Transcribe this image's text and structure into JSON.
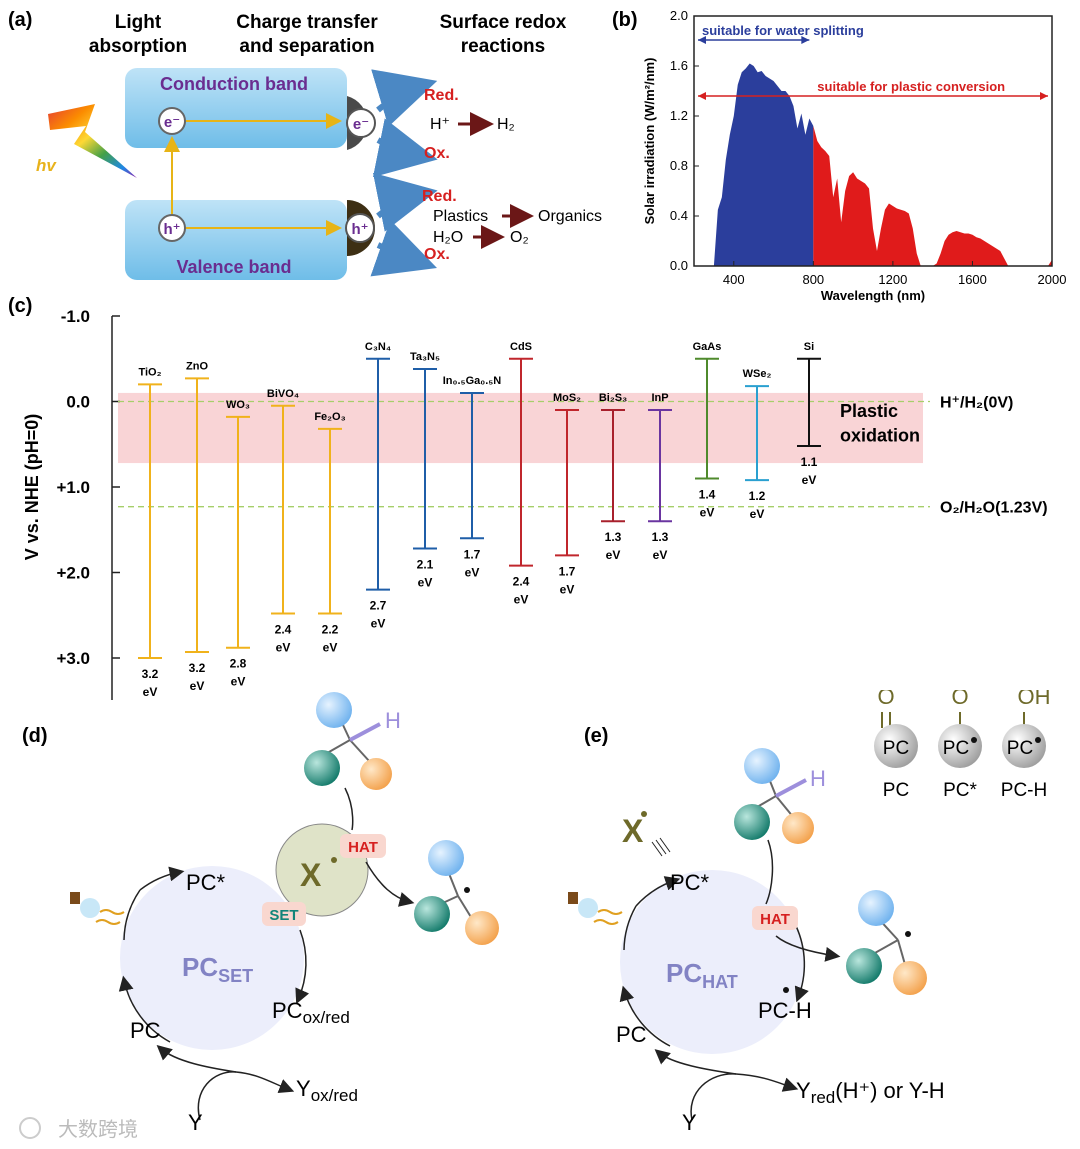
{
  "panel_a": {
    "label": "(a)",
    "headers": [
      "Light\nabsorption",
      "Charge transfer\nand separation",
      "Surface redox\nreactions"
    ],
    "hv": "hv",
    "conduction_band": "Conduction band",
    "valence_band": "Valence band",
    "electron": "e⁻",
    "hole": "h⁺",
    "red_top": "Red.",
    "ox_top": "Ox.",
    "reaction_top_left": "H⁺",
    "reaction_top_right": "H₂",
    "red_bottom": "Red.",
    "ox_bottom": "Ox.",
    "reaction_bottom_1_left": "Plastics",
    "reaction_bottom_1_right": "Organics",
    "reaction_bottom_2_left": "H₂O",
    "reaction_bottom_2_right": "O₂"
  },
  "panel_b": {
    "label": "(b)",
    "chart_data": {
      "type": "area",
      "xlabel": "Wavelength (nm)",
      "ylabel": "Solar irradiation (W/m²/nm)",
      "xlim": [
        200,
        2000
      ],
      "ylim": [
        0,
        2.0
      ],
      "xticks": [
        400,
        800,
        1200,
        1600,
        2000
      ],
      "yticks": [
        0.0,
        0.4,
        0.8,
        1.2,
        1.6,
        2.0
      ],
      "x": [
        280,
        300,
        320,
        340,
        360,
        380,
        400,
        420,
        440,
        460,
        480,
        500,
        520,
        540,
        560,
        580,
        600,
        620,
        640,
        660,
        680,
        700,
        720,
        740,
        760,
        780,
        800,
        820,
        840,
        860,
        880,
        900,
        920,
        940,
        960,
        980,
        1000,
        1020,
        1040,
        1060,
        1080,
        1100,
        1120,
        1140,
        1160,
        1180,
        1200,
        1220,
        1240,
        1260,
        1280,
        1300,
        1320,
        1340,
        1360,
        1380,
        1400,
        1420,
        1440,
        1460,
        1480,
        1500,
        1520,
        1540,
        1560,
        1580,
        1600,
        1620,
        1640,
        1660,
        1680,
        1700,
        1720,
        1740,
        1760,
        1780,
        1800,
        1820,
        1840,
        1860,
        1880,
        1900,
        1920,
        1940,
        1960,
        1980,
        2000
      ],
      "y": [
        0.0,
        0.0,
        0.45,
        0.55,
        0.85,
        1.05,
        1.2,
        1.45,
        1.55,
        1.58,
        1.62,
        1.6,
        1.55,
        1.56,
        1.52,
        1.5,
        1.48,
        1.44,
        1.4,
        1.4,
        1.36,
        1.28,
        1.1,
        1.22,
        1.05,
        1.18,
        1.12,
        1.0,
        0.95,
        0.92,
        0.88,
        0.55,
        0.7,
        0.35,
        0.6,
        0.72,
        0.75,
        0.7,
        0.68,
        0.66,
        0.62,
        0.3,
        0.12,
        0.3,
        0.45,
        0.5,
        0.48,
        0.46,
        0.45,
        0.44,
        0.42,
        0.3,
        0.1,
        0.0,
        0.0,
        0.0,
        0.0,
        0.02,
        0.1,
        0.2,
        0.25,
        0.27,
        0.28,
        0.27,
        0.26,
        0.26,
        0.25,
        0.23,
        0.22,
        0.2,
        0.18,
        0.16,
        0.14,
        0.12,
        0.06,
        0.0,
        0.0,
        0.0,
        0.0,
        0.0,
        0.0,
        0.0,
        0.0,
        0.0,
        0.0,
        0.0,
        0.05
      ],
      "split_at": 800,
      "series": [
        {
          "color": "#2b3e9c"
        },
        {
          "color": "#e01b1b"
        }
      ],
      "annotations": [
        {
          "text": "suitable for water splitting",
          "from": 200,
          "to": 800,
          "color": "#2b3e9c"
        },
        {
          "text": "suitable for plastic conversion",
          "from": 200,
          "to": 2000,
          "color": "#d62020"
        }
      ]
    }
  },
  "panel_c": {
    "label": "(c)",
    "chart_data": {
      "type": "bar",
      "ylabel": "V vs. NHE (pH=0)",
      "ylim": [
        -1.0,
        3.0
      ],
      "yticks": [
        "-1.0",
        "0.0",
        "+1.0",
        "+2.0",
        "+3.0"
      ],
      "ytick_values": [
        -1.0,
        0.0,
        1.0,
        2.0,
        3.0
      ],
      "reference_lines": [
        {
          "label": "H⁺/H₂(0V)",
          "value": 0.0
        },
        {
          "label": "O₂/H₂O(1.23V)",
          "value": 1.23
        }
      ],
      "band_region": {
        "label_1": "Plastic",
        "label_2": "oxidation",
        "from": -0.1,
        "to": 0.72
      },
      "materials": [
        {
          "name": "TiO₂",
          "cb": -0.2,
          "vb": 3.0,
          "gap": "3.2",
          "unit": "eV",
          "color": "#f0b21b"
        },
        {
          "name": "ZnO",
          "cb": -0.27,
          "vb": 2.93,
          "gap": "3.2",
          "unit": "eV",
          "color": "#f0b21b"
        },
        {
          "name": "WO₃",
          "cb": 0.18,
          "vb": 2.88,
          "gap": "2.8",
          "unit": "eV",
          "color": "#f0b21b"
        },
        {
          "name": "BiVO₄",
          "cb": 0.05,
          "vb": 2.48,
          "gap": "2.4",
          "unit": "eV",
          "color": "#f0b21b"
        },
        {
          "name": "Fe₂O₃",
          "cb": 0.32,
          "vb": 2.48,
          "gap": "2.2",
          "unit": "eV",
          "color": "#f0b21b"
        },
        {
          "name": "C₃N₄",
          "cb": -0.5,
          "vb": 2.2,
          "gap": "2.7",
          "unit": "eV",
          "color": "#1f5ea8"
        },
        {
          "name": "Ta₃N₅",
          "cb": -0.38,
          "vb": 1.72,
          "gap": "2.1",
          "unit": "eV",
          "color": "#1f5ea8"
        },
        {
          "name": "In₀.₅Ga₀.₅N",
          "cb": -0.1,
          "vb": 1.6,
          "gap": "1.7",
          "unit": "eV",
          "color": "#1f5ea8"
        },
        {
          "name": "CdS",
          "cb": -0.5,
          "vb": 1.92,
          "gap": "2.4",
          "unit": "eV",
          "color": "#c0262c"
        },
        {
          "name": "MoS₂",
          "cb": 0.1,
          "vb": 1.8,
          "gap": "1.7",
          "unit": "eV",
          "color": "#c0262c"
        },
        {
          "name": "Bi₂S₃",
          "cb": 0.1,
          "vb": 1.4,
          "gap": "1.3",
          "unit": "eV",
          "color": "#a8202c"
        },
        {
          "name": "InP",
          "cb": 0.1,
          "vb": 1.4,
          "gap": "1.3",
          "unit": "eV",
          "color": "#6a35a0"
        },
        {
          "name": "GaAs",
          "cb": -0.5,
          "vb": 0.9,
          "gap": "1.4",
          "unit": "eV",
          "color": "#4f8a2c"
        },
        {
          "name": "WSe₂",
          "cb": -0.18,
          "vb": 0.92,
          "gap": "1.2",
          "unit": "eV",
          "color": "#2aa0d0"
        },
        {
          "name": "Si",
          "cb": -0.5,
          "vb": 0.52,
          "gap": "1.1",
          "unit": "eV",
          "color": "#111111"
        }
      ]
    }
  },
  "panel_d": {
    "label": "(d)",
    "cycle_label": "PC",
    "cycle_sub": "SET",
    "pc_star": "PC*",
    "pc_oxred": "PC",
    "pc_oxred_sub": "ox/red",
    "pc": "PC",
    "y": "Y",
    "y_oxred": "Y",
    "y_oxred_sub": "ox/red",
    "x_radical": "X",
    "hat": "HAT",
    "set": "SET",
    "h_label": "H"
  },
  "panel_e": {
    "label": "(e)",
    "cycle_label": "PC",
    "cycle_sub": "HAT",
    "pc_star": "PC*",
    "pc_h": "PC-H",
    "pc": "PC",
    "y": "Y",
    "y_red": "Y",
    "y_red_sub": "red",
    "y_red_tail": "(H⁺) or Y-H",
    "x_radical": "X",
    "hat": "HAT",
    "h_label": "H",
    "legend": [
      {
        "top": "O",
        "label": "PC"
      },
      {
        "top": "O",
        "label": "PC*"
      },
      {
        "top": "OH",
        "label": "PC-H"
      }
    ],
    "legend_ball": "PC"
  },
  "watermark": "大数跨境"
}
